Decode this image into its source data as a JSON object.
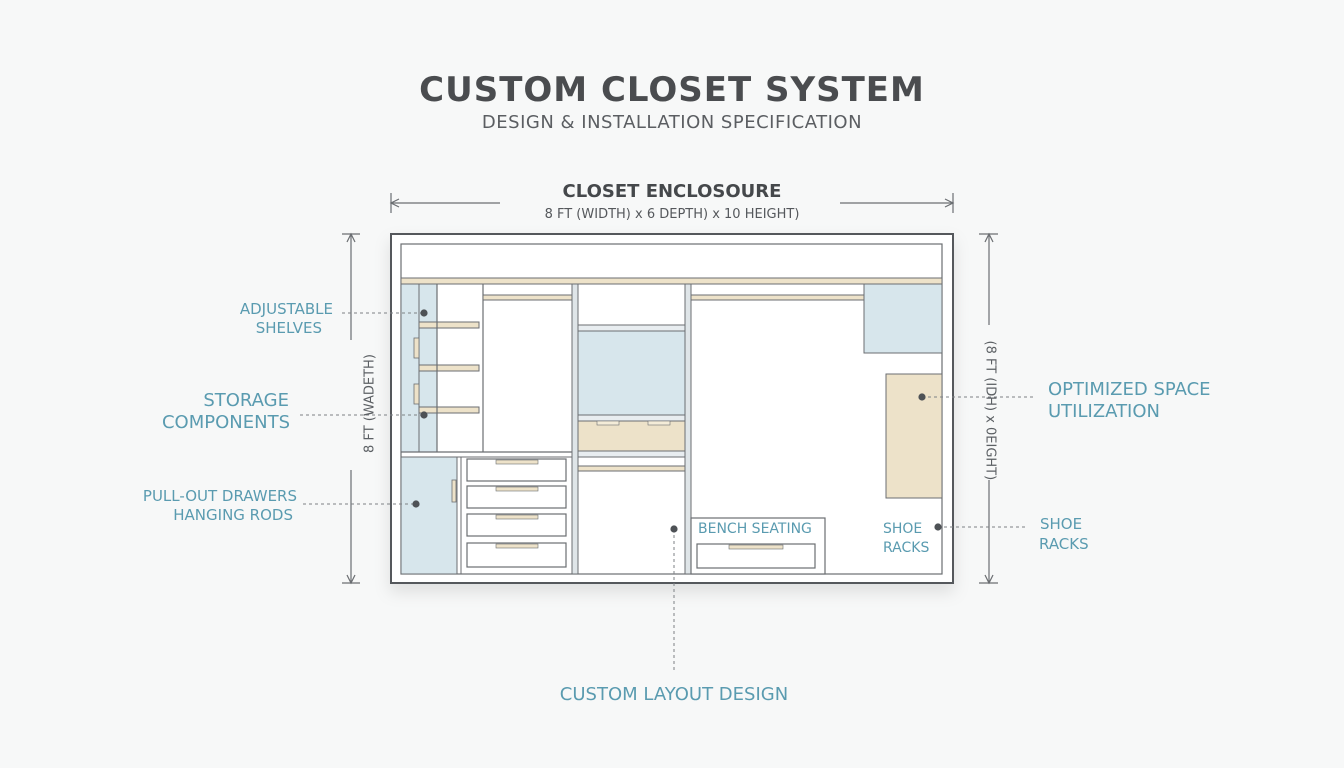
{
  "header": {
    "title": "CUSTOM CLOSET SYSTEM",
    "subtitle": "DESIGN & INSTALLATION SPECIFICATION"
  },
  "enclosure": {
    "title": "CLOSET ENCLOSOURE",
    "dimensions": "8 FT (WIDTH) x 6 DEPTH) x 10 HEIGHT)",
    "left_height_label": "8 FT (WADETH)",
    "right_height_label": "(8 FT (IDH) x 0EIGHT)"
  },
  "callouts": {
    "adjustable_shelves": [
      "ADJUSTABLE",
      "SHELVES"
    ],
    "storage_components": [
      "STORAGE",
      "COMPONENTS"
    ],
    "pullout_drawers": [
      "PULL-OUT DRAWERS",
      "HANGING RODS"
    ],
    "optimized_space": [
      "OPTIMIZED SPACE",
      "UTILIZATION"
    ],
    "shoe_racks_outer": [
      "SHOE",
      "RACKS"
    ],
    "custom_layout": "CUSTOM LAYOUT DESIGN"
  },
  "inner_labels": {
    "bench_seating": "BENCH SEATING",
    "shoe_racks": [
      "SHOE",
      "RACKS"
    ]
  },
  "colors": {
    "accent": "#5a9bb0",
    "panel_blue": "#d7e6ec",
    "panel_wood": "#ede2c9",
    "line": "#55585c",
    "title": "#4a4c4f"
  }
}
